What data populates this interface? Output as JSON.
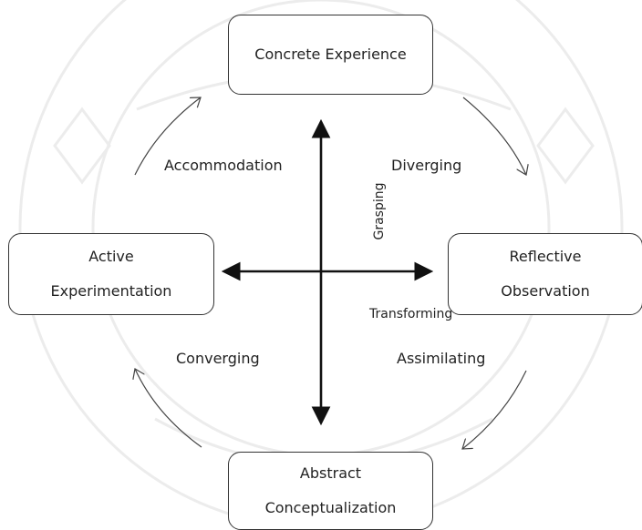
{
  "boxes": {
    "concrete": "Concrete Experience",
    "reflective": [
      "Reflective",
      "Observation"
    ],
    "abstract": [
      "Abstract",
      "Conceptualization"
    ],
    "active": [
      "Active",
      "Experimentation"
    ]
  },
  "labels": {
    "accommodation": "Accommodation",
    "diverging": "Diverging",
    "converging": "Converging",
    "assimilating": "Assimilating",
    "transforming": "Transforming",
    "grasping": "Grasping"
  },
  "colors": {
    "stroke": "#333333",
    "text": "#222222",
    "watermark": "#e9e9e9"
  }
}
